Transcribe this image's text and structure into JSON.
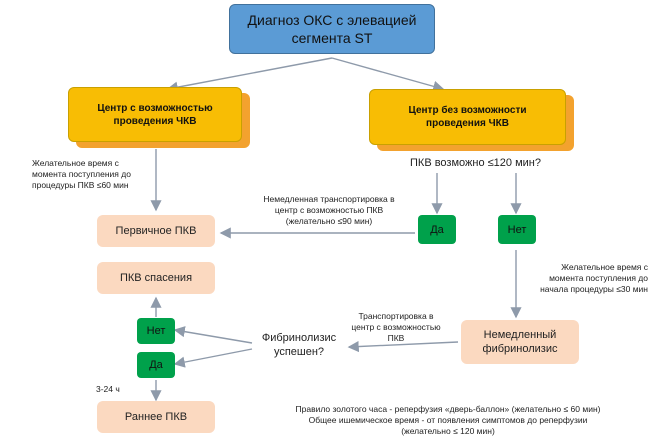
{
  "title": [
    "Диагноз ОКС с элевацией",
    "сегмента ST"
  ],
  "left_center": [
    "Центр с возможностью",
    "проведения ЧКВ"
  ],
  "right_center": [
    "Центр без возможности",
    "проведения ЧКВ"
  ],
  "pci_question": "ПКВ возможно ≤120 мин?",
  "left_time_note": [
    "Желательное время с",
    "момента поступления до",
    "процедуры ПКВ ≤60 мин"
  ],
  "transport_note": [
    "Немедленная транспортировка в",
    "центр с возможностью ПКВ",
    "(желательно ≤90 мин)"
  ],
  "yes_label": "Да",
  "no_label": "Нет",
  "primary_pci": "Первичное ПКВ",
  "rescue_pci": "ПКВ спасения",
  "right_time_note": [
    "Желательное время с",
    "момента поступления до",
    "начала процедуры ≤30 мин"
  ],
  "transport_note2": [
    "Транспортировка в",
    "центр с возможностью",
    "ПКВ"
  ],
  "immediate_fibrinolysis": [
    "Немедленный",
    "фибринолизис"
  ],
  "fibrinolysis_question": [
    "Фибринолизис",
    "успешен?"
  ],
  "hours_label": "3-24 ч",
  "early_pci": "Раннее ПКВ",
  "footer": [
    "Правило золотого часа - реперфузия «дверь-баллон» (желательно ≤ 60 мин)",
    "Общее ишемическое время - от появления симптомов до реперфузии",
    "(желательно ≤ 120 мин)"
  ]
}
